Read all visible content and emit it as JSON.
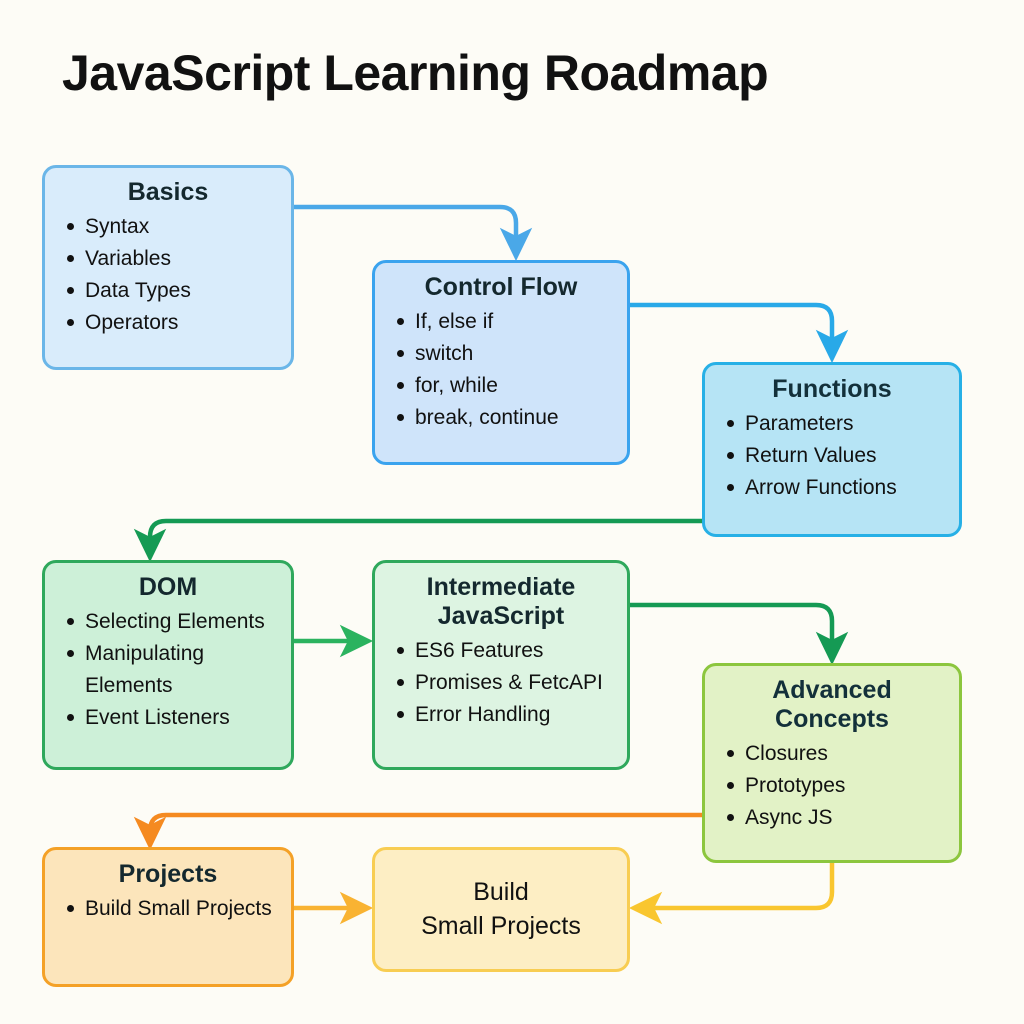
{
  "page": {
    "title": "JavaScript Learning Roadmap",
    "background_color": "#fdfcf6"
  },
  "chart_data": {
    "type": "diagram",
    "title": "JavaScript Learning Roadmap",
    "nodes": [
      {
        "id": "basics",
        "title": "Basics",
        "items": [
          "Syntax",
          "Variables",
          "Data Types",
          "Operators"
        ],
        "fill": "#d9ecfb",
        "stroke": "#6bb6e8"
      },
      {
        "id": "control-flow",
        "title": "Control Flow",
        "items": [
          "If, else if",
          "switch",
          "for,  while",
          "break, continue"
        ],
        "fill": "#cfe4fa",
        "stroke": "#3aa3ee"
      },
      {
        "id": "functions",
        "title": "Functions",
        "items": [
          "Parameters",
          "Return Values",
          "Arrow Functions"
        ],
        "fill": "#b6e4f5",
        "stroke": "#27b0e6"
      },
      {
        "id": "dom",
        "title": "DOM",
        "items": [
          "Selecting Elements",
          "Manipulating Elements",
          "Event Listeners"
        ],
        "fill": "#cdf0d8",
        "stroke": "#2fa85c"
      },
      {
        "id": "intermediate-javascript",
        "title": "Intermediate JavaScript",
        "items": [
          "ES6 Features",
          "Promises & FetcAPI",
          "Error Handling"
        ],
        "fill": "#ddf4e2",
        "stroke": "#2fa85c"
      },
      {
        "id": "advanced-concepts",
        "title": "Advanced Concepts",
        "items": [
          "Closures",
          "Prototypes",
          "Async JS"
        ],
        "fill": "#e2f2c6",
        "stroke": "#8cc63e"
      },
      {
        "id": "projects",
        "title": "Projects",
        "items": [
          "Build Small Projects"
        ],
        "fill": "#fce5bb",
        "stroke": "#f4a127"
      },
      {
        "id": "build-small-projects",
        "title": "",
        "text": "Build\nSmall Projects",
        "items": [],
        "fill": "#fdeec4",
        "stroke": "#f8cd52"
      }
    ],
    "edges": [
      {
        "from": "basics",
        "to": "control-flow",
        "color": "#4aa8e8"
      },
      {
        "from": "control-flow",
        "to": "functions",
        "color": "#29a9e8"
      },
      {
        "from": "functions",
        "to": "dom",
        "color": "#159a54"
      },
      {
        "from": "dom",
        "to": "intermediate-javascript",
        "color": "#2bb35f"
      },
      {
        "from": "intermediate-javascript",
        "to": "advanced-concepts",
        "color": "#159a54"
      },
      {
        "from": "advanced-concepts",
        "to": "projects",
        "color": "#f58a20"
      },
      {
        "from": "projects",
        "to": "build-small-projects",
        "color": "#f9b332"
      },
      {
        "from": "advanced-concepts",
        "to": "build-small-projects",
        "color": "#f9c62f"
      }
    ]
  },
  "nodes": {
    "basics": {
      "title": "Basics",
      "items": [
        "Syntax",
        "Variables",
        "Data Types",
        "Operators"
      ]
    },
    "control_flow": {
      "title": "Control Flow",
      "items": [
        "If, else if",
        "switch",
        "for,  while",
        "break, continue"
      ]
    },
    "functions": {
      "title": "Functions",
      "items": [
        "Parameters",
        "Return Values",
        "Arrow Functions"
      ]
    },
    "dom": {
      "title": "DOM",
      "items": [
        "Selecting Elements",
        "Manipulating Elements",
        "Event Listeners"
      ]
    },
    "intermediate": {
      "title": "Intermediate JavaScript",
      "items": [
        "ES6 Features",
        "Promises & FetcAPI",
        "Error Handling"
      ]
    },
    "advanced": {
      "title": "Advanced Concepts",
      "items": [
        "Closures",
        "Prototypes",
        "Async JS"
      ]
    },
    "projects": {
      "title": "Projects",
      "items": [
        "Build Small Projects"
      ]
    },
    "build": {
      "text": "Build\nSmall Projects"
    }
  }
}
